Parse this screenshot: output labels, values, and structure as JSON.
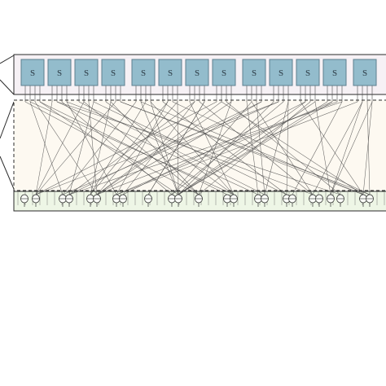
{
  "diagram": {
    "switch_label": "S",
    "switch_count": 13,
    "colors": {
      "switch_fill": "#93bccc",
      "switch_stroke": "#5d7f8e",
      "top_panel_fill": "#f6f1f5",
      "mid_panel_fill": "#fdf9f1",
      "bottom_panel_fill": "#eef6e6",
      "wire": "#4a4a4a",
      "border": "#2a2a2a"
    },
    "icons": {
      "switch": "switch-box",
      "node": "node-oval-icon"
    }
  }
}
